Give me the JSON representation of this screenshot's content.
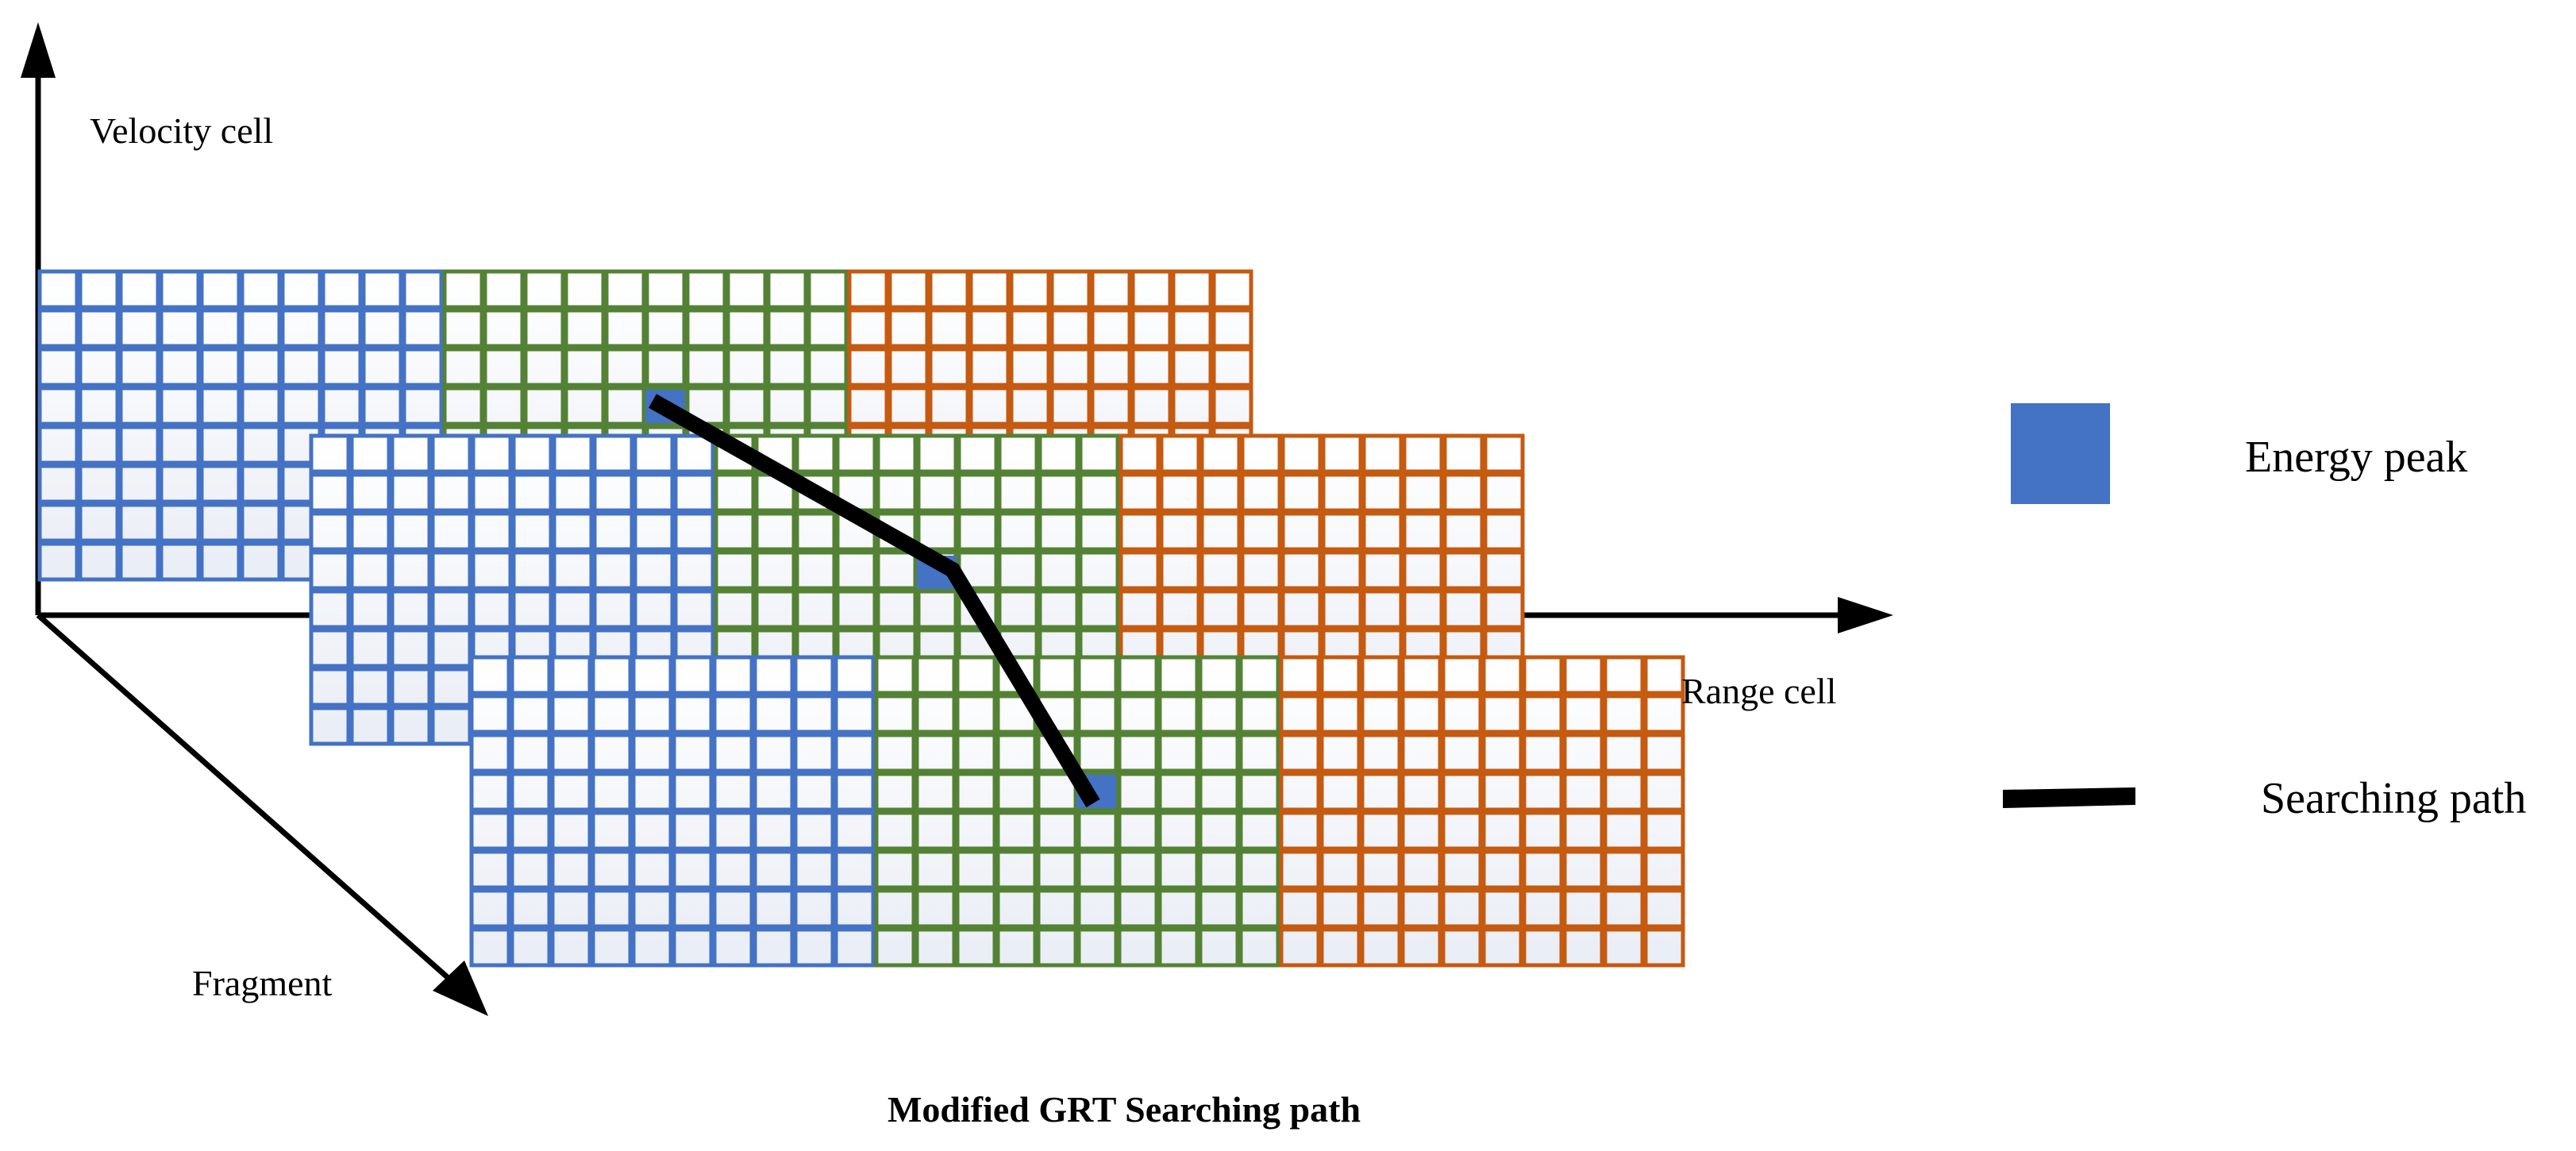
{
  "title": "Modified GRT Searching path",
  "axes": {
    "velocity": "Velocity cell",
    "range": "Range cell",
    "fragment": "Fragment"
  },
  "legend": {
    "energy_peak": "Energy peak",
    "searching_path": "Searching path"
  },
  "colors": {
    "blue": "#4472C4",
    "green": "#548235",
    "orange": "#C55A11",
    "peak": "#4472C4",
    "path": "#000000",
    "axis": "#000000"
  }
}
